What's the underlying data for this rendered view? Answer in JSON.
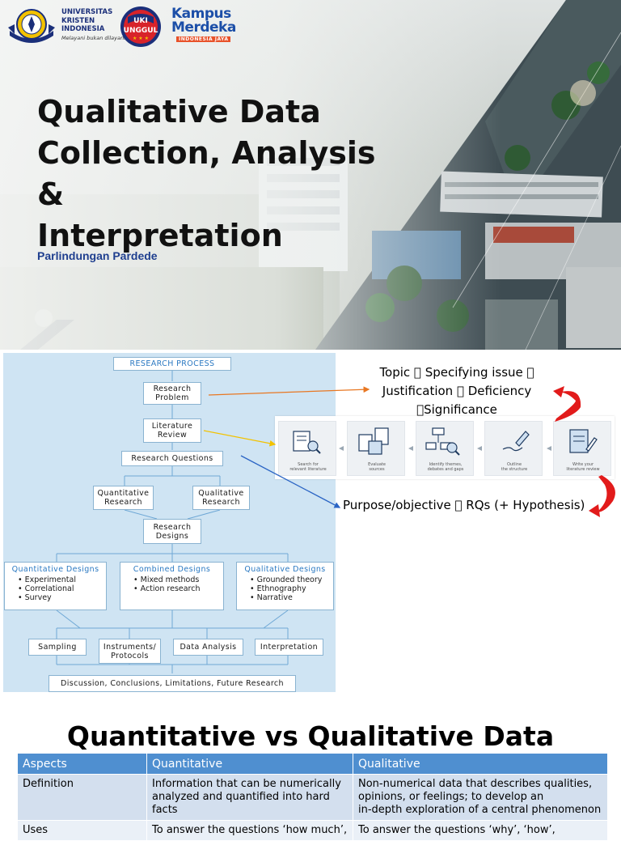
{
  "slide1": {
    "institution": [
      "UNIVERSITAS",
      "KRISTEN",
      "INDONESIA"
    ],
    "institution_tagline": "Melayani bukan dilayani",
    "unggul_logo": [
      "UKI",
      "UNGGUL"
    ],
    "kampus_merdeka": [
      "Kampus",
      "Merdeka"
    ],
    "kampus_merdeka_sub": "INDONESIA JAYA",
    "title_lines": [
      "Qualitative Data",
      "Collection, Analysis",
      "&",
      "Interpretation"
    ],
    "author": "Parlindungan Pardede"
  },
  "slide2": {
    "flow": {
      "research_process": "RESEARCH PROCESS",
      "research_problem": [
        "Research",
        "Problem"
      ],
      "literature_review": [
        "Literature",
        "Review"
      ],
      "research_questions": "Research Questions",
      "quantitative_research": [
        "Quantitative",
        "Research"
      ],
      "qualitative_research": [
        "Qualitative",
        "Research"
      ],
      "research_designs": [
        "Research",
        "Designs"
      ],
      "quant_designs": {
        "title": "Quantitative Designs",
        "items": [
          "Experimental",
          "Correlational",
          "Survey"
        ]
      },
      "combined_designs": {
        "title": "Combined Designs",
        "items": [
          "Mixed methods",
          "Action research"
        ]
      },
      "qual_designs": {
        "title": "Qualitative Designs",
        "items": [
          "Grounded theory",
          "Ethnography",
          "Narrative"
        ]
      },
      "sampling": "Sampling",
      "instruments": [
        "Instruments/",
        "Protocols"
      ],
      "data_analysis": "Data Analysis",
      "interpretation": "Interpretation",
      "discussion": "Discussion, Conclusions, Limitations, Future Research"
    },
    "topic_lines": [
      "Topic \u0000 Specifying issue \u0000",
      "Justification \u0000 Deficiency",
      "\u0000Significance"
    ],
    "lit_steps": [
      [
        "Search for",
        "relevant literature"
      ],
      [
        "Evaluate",
        "sources"
      ],
      [
        "Identify themes,",
        "debates and gaps"
      ],
      [
        "Outline",
        "the structure"
      ],
      [
        "Write your",
        "literature review"
      ]
    ],
    "purpose": "Purpose/objective \u0000 RQs (+ Hypothesis)"
  },
  "slide3": {
    "title": "Quantitative vs Qualitative Data",
    "table": {
      "headers": [
        "Aspects",
        "Quantitative",
        "Qualitative"
      ],
      "rows": [
        {
          "aspect": "Definition",
          "quant": [
            "Information that can be numerically",
            "analyzed and quantified into hard",
            "facts"
          ],
          "qual": [
            "Non-numerical data that describes qualities,",
            "opinions, or feelings; to develop an",
            "in-depth exploration of a central phenomenon"
          ]
        },
        {
          "aspect": "Uses",
          "quant": [
            "To answer the questions ‘how much’,"
          ],
          "qual": [
            "To answer the questions ‘why’, ‘how’,"
          ]
        }
      ]
    }
  },
  "colors": {
    "title": "#111111",
    "author": "#1f3f8f",
    "flow_bg": "#cfe4f3",
    "design_heading": "#2b79c2",
    "table_header": "#4f8fd0",
    "table_row_dark": "#d3dfee",
    "table_row_light": "#eaf0f7",
    "arrow_orange": "#e87722",
    "arrow_yellow": "#f2c200",
    "arrow_blue": "#2a64c4",
    "curved_arrow_red": "#e21b1b"
  }
}
